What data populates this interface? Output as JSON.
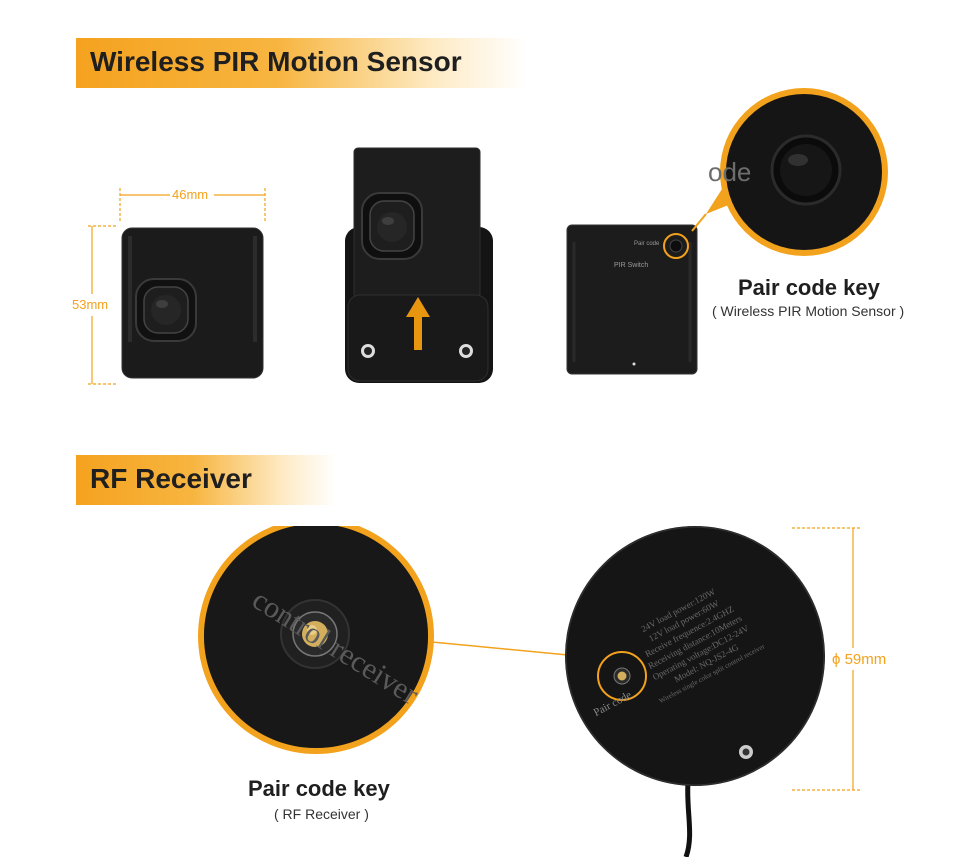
{
  "sections": {
    "pir": {
      "title": "Wireless PIR Motion Sensor"
    },
    "rf": {
      "title": "RF Receiver"
    }
  },
  "dimensions": {
    "sensor_width": "46mm",
    "sensor_height": "53mm",
    "receiver_diameter": "ϕ 59mm"
  },
  "sensor_back": {
    "pair_code_label": "Pair code",
    "pir_switch_label": "PIR Switch"
  },
  "zoom_text": {
    "sensor_zoom": "ode",
    "receiver_zoom": "control receiver"
  },
  "receiver_label": {
    "lines": [
      "24V load power:120W",
      "12V load power:60W",
      "Receive frequence:2.4GHZ",
      "Receiving distance:10Meters",
      "Operating voltage:DC12-24V",
      "Model: NQ-JS2-4G",
      "Wireless single color split control receiver"
    ],
    "pair_code": "Pair code"
  },
  "callouts": {
    "sensor": {
      "title": "Pair code key",
      "subtitle": "( Wireless PIR Motion Sensor )"
    },
    "receiver": {
      "title": "Pair code key",
      "subtitle": "( RF Receiver )"
    }
  },
  "colors": {
    "accent": "#f2a21c",
    "device": "#161616"
  }
}
